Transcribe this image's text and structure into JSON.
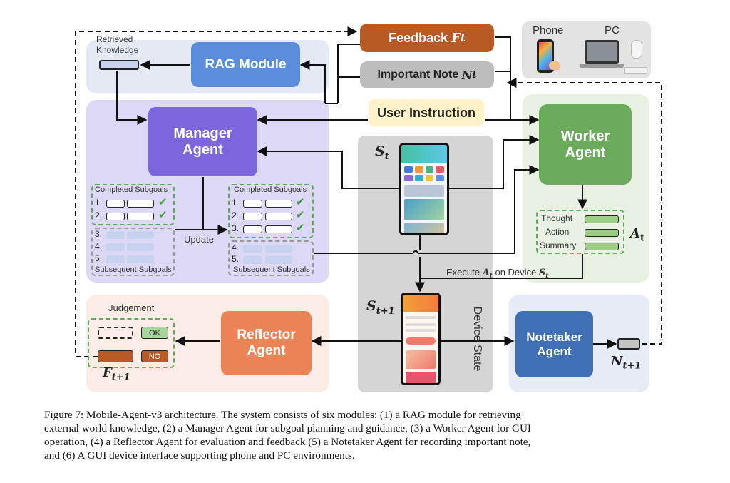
{
  "figure": {
    "rag_module": "RAG Module",
    "retrieved_knowledge_1": "Retrieved",
    "retrieved_knowledge_2": "Knowledge",
    "manager_1": "Manager",
    "manager_2": "Agent",
    "worker_1": "Worker",
    "worker_2": "Agent",
    "reflector_1": "Reflector",
    "reflector_2": "Agent",
    "notetaker_1": "Notetaker",
    "notetaker_2": "Agent",
    "feedback": "Feedback",
    "feedback_sym": "F",
    "feedback_sub": "t",
    "important_note": "Important Note",
    "note_sym": "N",
    "note_sub": "t",
    "user_instruction": "User Instruction",
    "phone": "Phone",
    "pc": "PC",
    "completed_subgoals": "Completed Subgoals",
    "subsequent_subgoals": "Subsequent Subgoals",
    "update": "Update",
    "n1": "1.",
    "n2": "2.",
    "n3": "3.",
    "n4": "4.",
    "n5": "5.",
    "s_t_sym": "S",
    "s_t_sub": "t",
    "s_t1_sym": "S",
    "s_t1_sub": "t+1",
    "device_state": "Device State",
    "thought": "Thought",
    "action": "Action",
    "summary": "Summary",
    "a_t_sym": "A",
    "a_t_sub": "t",
    "execute_pre": "Execute ",
    "execute_a": "A",
    "execute_a_sub": "t",
    "execute_mid": " on Device ",
    "execute_s": "S",
    "execute_s_sub": "t",
    "judgement": "Judgement",
    "ok": "OK",
    "no": "NO",
    "f_t1_sym": "F",
    "f_t1_sub": "t+1",
    "n_t1_sym": "N",
    "n_t1_sub": "t+1"
  },
  "colors": {
    "rag": "#5b8ddd",
    "manager": "#7b66de",
    "worker": "#6aab5c",
    "reflector": "#ec8356",
    "notetaker": "#3f6fb5",
    "feedback": "#b85a25",
    "note": "#bdbdbd",
    "instruction": "#fff1c8"
  },
  "caption": {
    "lines": [
      "Figure 7: Mobile-Agent-v3 architecture.  The system consists of six modules: (1) a RAG module for retrieving",
      "external world knowledge, (2) a Manager Agent for subgoal planning and guidance, (3) a Worker Agent for GUI",
      "operation, (4) a Reflector Agent for evaluation and feedback (5) a Notetaker Agent for recording important note,",
      "and (6) A GUI device interface supporting phone and PC environments."
    ]
  }
}
